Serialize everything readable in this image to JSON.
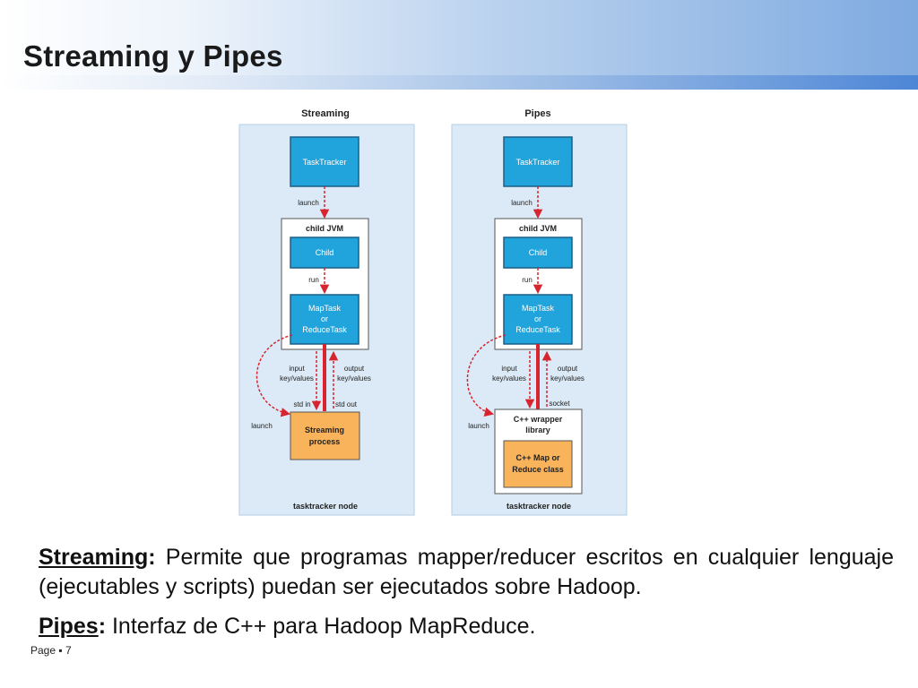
{
  "slide": {
    "title": "Streaming y Pipes",
    "footer": {
      "page_label": "Page",
      "bullet": "▪",
      "page_number": "7"
    }
  },
  "diagram": {
    "streaming": {
      "panel_title": "Streaming",
      "tasktracker": "TaskTracker",
      "launch_top": "launch",
      "jvm_label": "child JVM",
      "child": "Child",
      "run": "run",
      "maptask_lines": [
        "MapTask",
        "or",
        "ReduceTask"
      ],
      "input_lines": [
        "input",
        "key/values"
      ],
      "output_lines": [
        "output",
        "key/values"
      ],
      "std_in": "std in",
      "std_out": "std out",
      "launch_side": "launch",
      "process_lines": [
        "Streaming",
        "process"
      ],
      "node_label": "tasktracker node"
    },
    "pipes": {
      "panel_title": "Pipes",
      "tasktracker": "TaskTracker",
      "launch_top": "launch",
      "jvm_label": "child JVM",
      "child": "Child",
      "run": "run",
      "maptask_lines": [
        "MapTask",
        "or",
        "ReduceTask"
      ],
      "input_lines": [
        "input",
        "key/values"
      ],
      "output_lines": [
        "output",
        "key/values"
      ],
      "socket": "socket",
      "launch_side": "launch",
      "wrapper_lines": [
        "C++ wrapper",
        "library"
      ],
      "class_lines": [
        "C++ Map or",
        "Reduce class"
      ],
      "node_label": "tasktracker node"
    },
    "colors": {
      "panel": "#dbeaf6",
      "task_box": "#21a3dc",
      "process_box": "#f9b35b",
      "arrow": "#d8242e"
    }
  },
  "descriptions": {
    "streaming": {
      "term": "Streaming",
      "colon": ":",
      "text": " Permite que programas mapper/reducer escritos en cualquier lenguaje (ejecutables y scripts) puedan ser ejecutados sobre Hadoop."
    },
    "pipes": {
      "term": "Pipes",
      "colon": ":",
      "text": " Interfaz de C++ para Hadoop MapReduce."
    }
  }
}
